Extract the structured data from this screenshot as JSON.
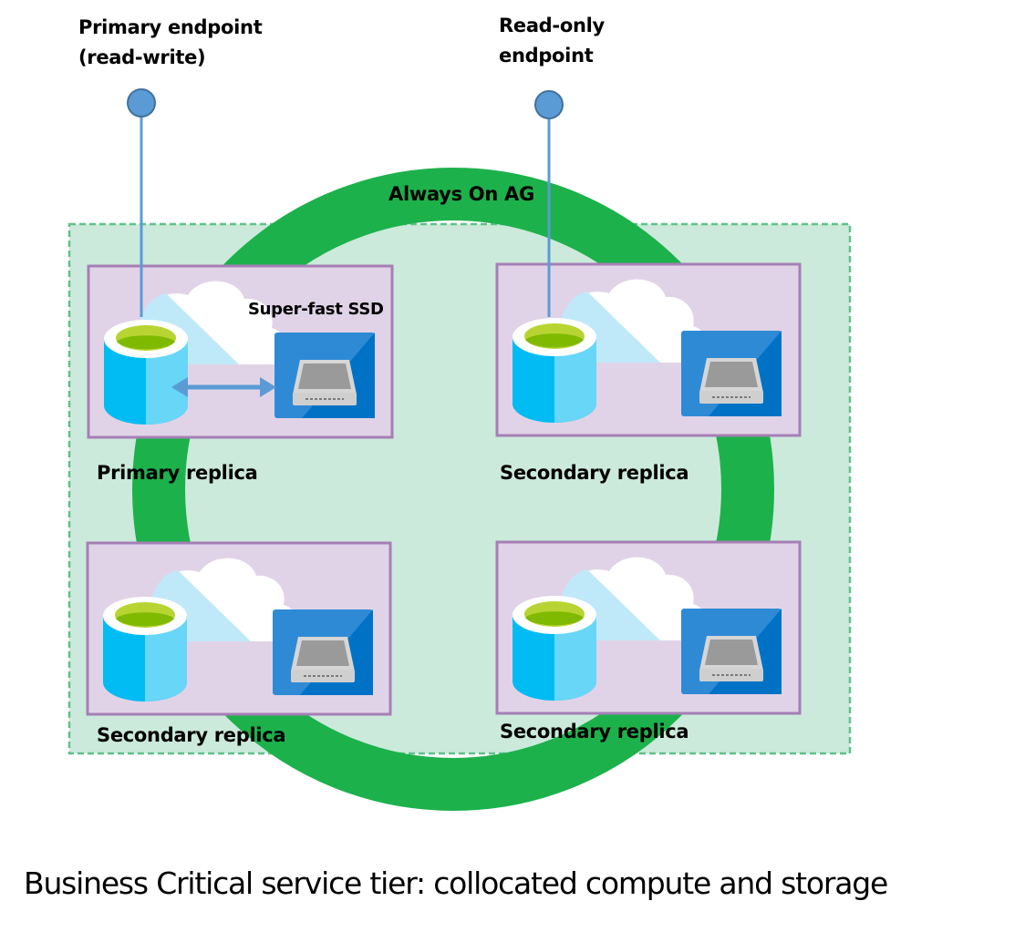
{
  "endpoints": {
    "primary": {
      "label_line1": "Primary endpoint",
      "label_line2": "(read-write)"
    },
    "readonly": {
      "label_line1": "Read-only",
      "label_line2": "endpoint"
    }
  },
  "ring": {
    "label": "Always On AG"
  },
  "replicas": [
    {
      "role": "Primary replica",
      "ssd_label": "Super-fast SSD",
      "has_local_arrow": true
    },
    {
      "role": "Secondary replica"
    },
    {
      "role": "Secondary replica"
    },
    {
      "role": "Secondary replica"
    }
  ],
  "caption": "Business Critical service tier: collocated compute and storage",
  "colors": {
    "ring": "#1db14b",
    "cluster_fill": "#cbeadb",
    "cluster_border": "#5fc18a",
    "replica_fill": "#e1d3e7",
    "replica_border": "#a57fb5",
    "endpoint": "#5b9bd5",
    "ssd_tile": "#2f8ad6"
  }
}
